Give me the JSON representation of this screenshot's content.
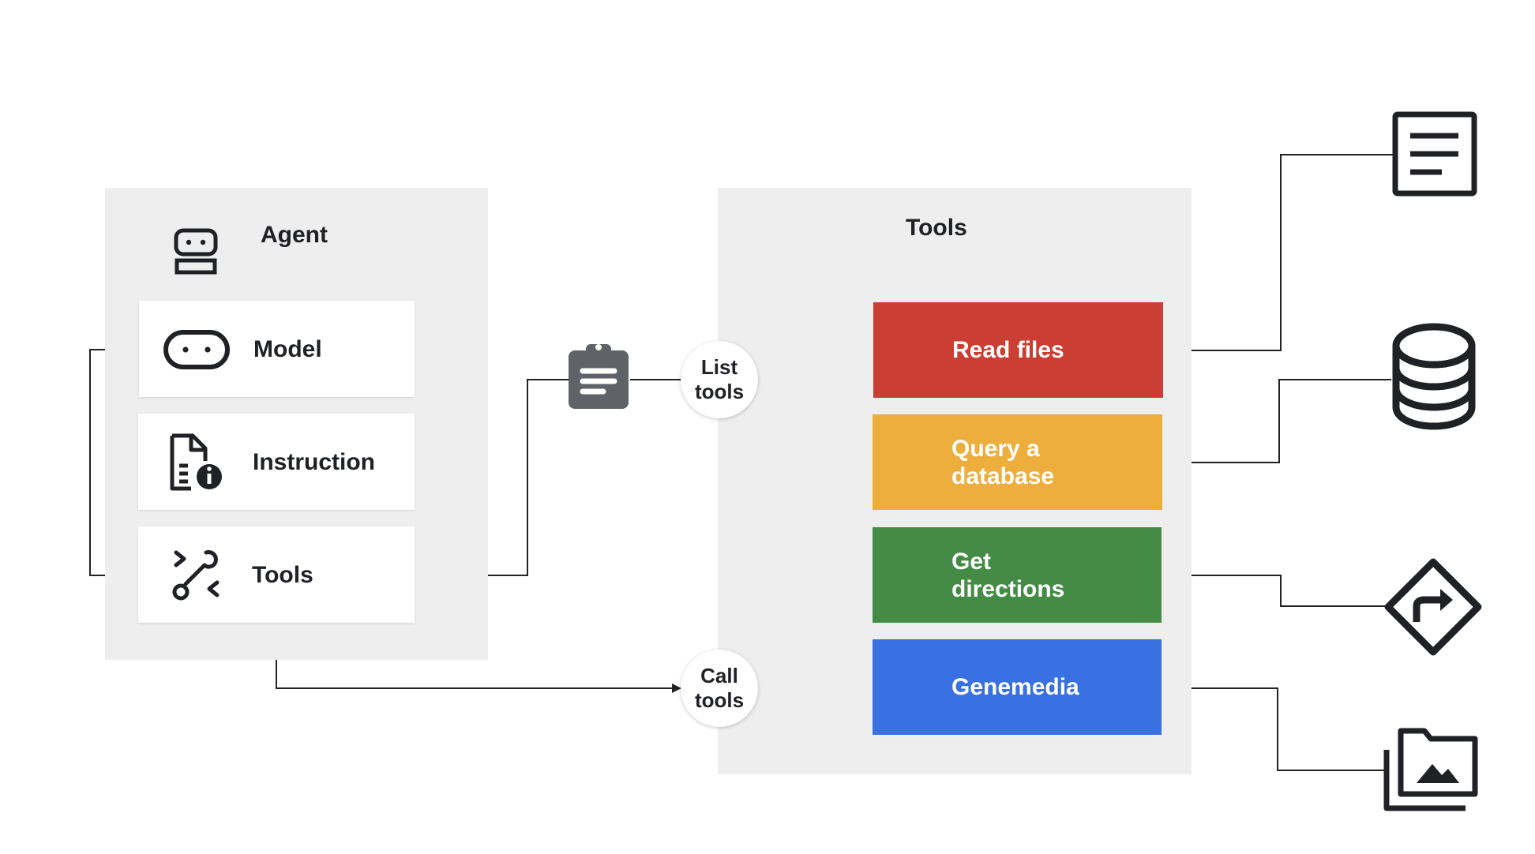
{
  "agent": {
    "title": "Agent",
    "icon": "robot-icon",
    "components": [
      {
        "label": "Model",
        "icon": "model-icon"
      },
      {
        "label": "Instruction",
        "icon": "instruction-info-icon"
      },
      {
        "label": "Tools",
        "icon": "tools-icon"
      }
    ]
  },
  "clipboard_icon": "clipboard-icon",
  "actions": {
    "list_tools": "List tools",
    "call_tools": "Call tools"
  },
  "tools_panel": {
    "title": "Tools",
    "tools": [
      {
        "label": "Read files",
        "color": "#CB3E33",
        "icon": "document-icon"
      },
      {
        "label": "Query a database",
        "color": "#EDAE3D",
        "icon": "database-icon"
      },
      {
        "label": "Get directions",
        "color": "#448C45",
        "icon": "directions-icon"
      },
      {
        "label": "Genemedia",
        "color": "#3A71E2",
        "icon": "media-folder-icon"
      }
    ]
  },
  "colors": {
    "panel": "#EEEEEE",
    "line": "#222222",
    "icon": "#202124",
    "clipboard": "#5F6368"
  }
}
